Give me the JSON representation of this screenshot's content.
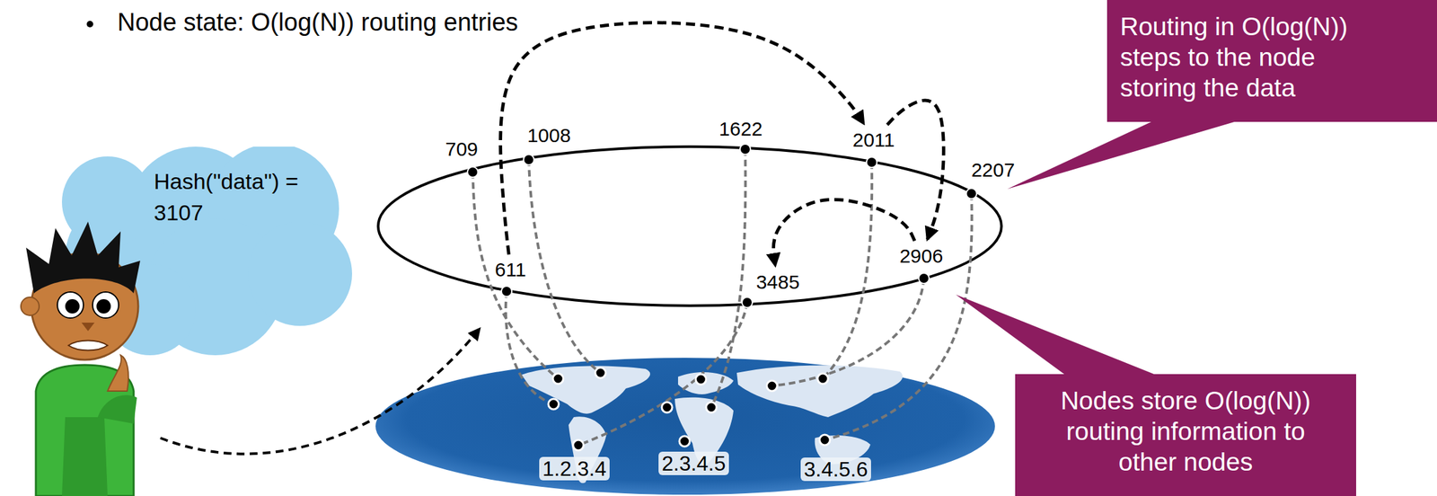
{
  "diagram": {
    "nodes": [
      {
        "text": [
          "Hash(\"data\") = 3107"
        ]
      },
      {
        "text": [
          "709"
        ]
      },
      {
        "text": [
          "1008"
        ]
      },
      {
        "text": [
          "1622"
        ]
      },
      {
        "text": [
          "2011"
        ]
      },
      {
        "text": [
          "2207"
        ]
      },
      {
        "text": [
          "611"
        ]
      },
      {
        "text": [
          "3485"
        ]
      },
      {
        "text": [
          "2906"
        ]
      },
      {
        "text": [
          "Routing in O(log(N)) steps to the node storing the data"
        ]
      },
      {
        "text": [
          "Nodes store O(log(N)) routing information to other nodes"
        ]
      }
    ],
    "edges": [
      {
        "from": 6,
        "to": 4,
        "arrow": "to"
      },
      {
        "from": 4,
        "to": 8,
        "arrow": "to"
      },
      {
        "from": 8,
        "to": 7,
        "arrow": "to"
      }
    ],
    "labels": [
      "Node state: O(log(N)) routing entries",
      "1.2.3.4",
      "2.3.4.5",
      "3.4.5.6"
    ]
  }
}
